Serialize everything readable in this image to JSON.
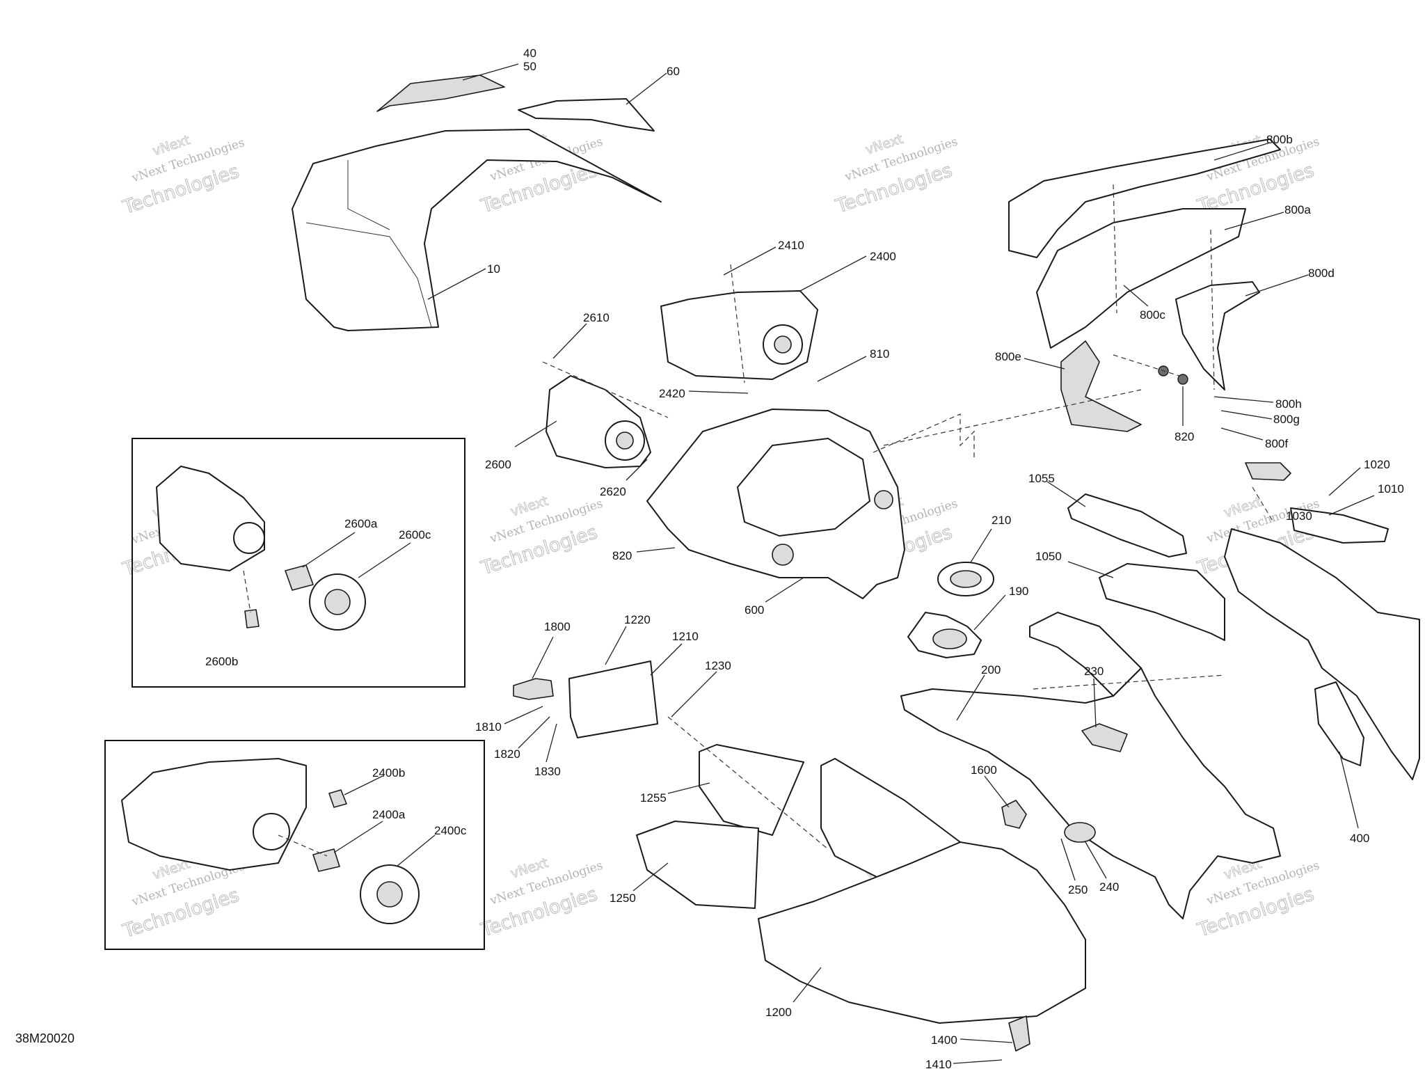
{
  "diagram_id": "38M20020",
  "watermark": {
    "line1": "vNext Technologies",
    "line2": "Technologies",
    "brand": "vNext"
  },
  "callouts": {
    "p40": "40",
    "p50": "50",
    "p60": "60",
    "p10": "10",
    "p2410": "2410",
    "p2400": "2400",
    "p2610": "2610",
    "p810": "810",
    "p2420": "2420",
    "p2600": "2600",
    "p2620": "2620",
    "p820a": "820",
    "p600": "600",
    "p210": "210",
    "p190": "190",
    "p800b": "800b",
    "p800a": "800a",
    "p800d": "800d",
    "p800c": "800c",
    "p800e": "800e",
    "p800h": "800h",
    "p800g": "800g",
    "p800f": "800f",
    "p820b": "820",
    "p1020": "1020",
    "p1010": "1010",
    "p1030": "1030",
    "p1055": "1055",
    "p1050": "1050",
    "p2600a": "2600a",
    "p2600c": "2600c",
    "p2600b": "2600b",
    "p1800": "1800",
    "p1220": "1220",
    "p1210": "1210",
    "p1230": "1230",
    "p1810": "1810",
    "p1820": "1820",
    "p1830": "1830",
    "p200": "200",
    "p230": "230",
    "p1255": "1255",
    "p1600": "1600",
    "p2400b": "2400b",
    "p2400a": "2400a",
    "p2400c": "2400c",
    "p1250": "1250",
    "p250": "250",
    "p240": "240",
    "p400": "400",
    "p1200": "1200",
    "p1400": "1400",
    "p1410": "1410"
  }
}
